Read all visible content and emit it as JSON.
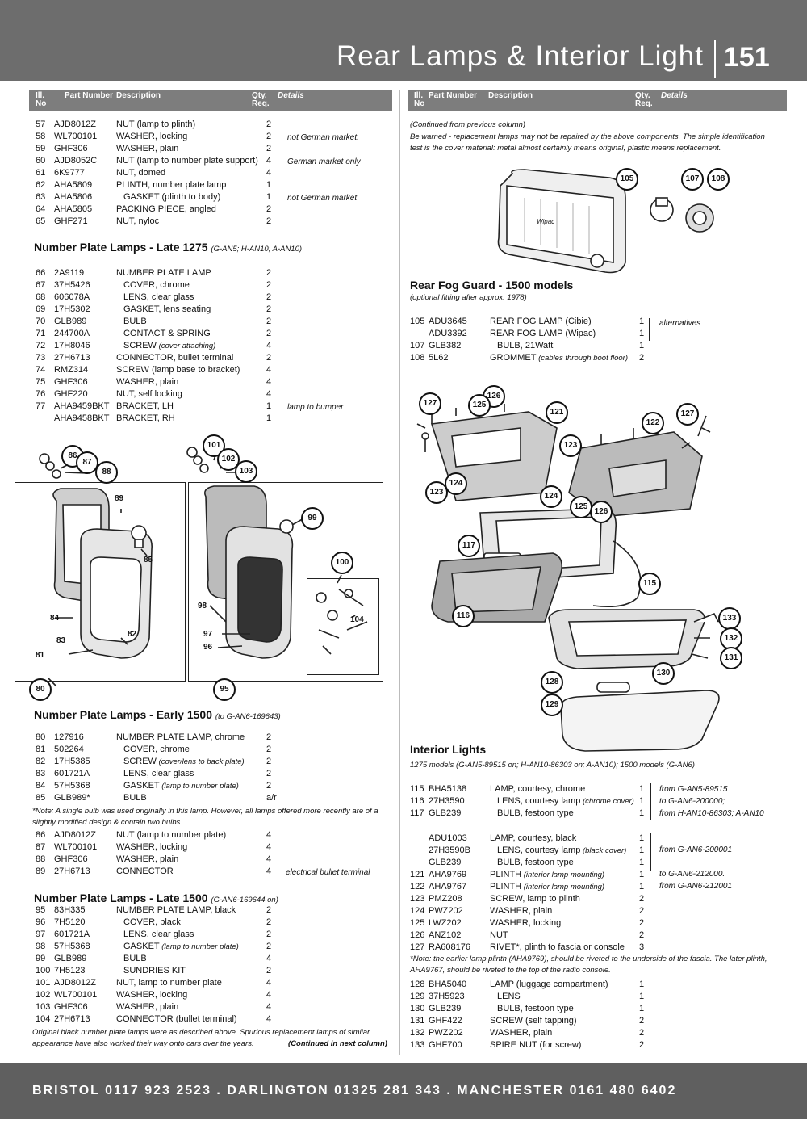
{
  "header": {
    "title": "Rear Lamps & Interior Light",
    "page_number": "151"
  },
  "column_headers": {
    "ill_no": "Ill. No",
    "part_number": "Part Number",
    "description": "Description",
    "qty": "Qty. Req.",
    "details": "Details"
  },
  "left": {
    "top_rows": [
      {
        "ill": "57",
        "part": "AJD8012Z",
        "desc": "NUT (lamp to plinth)",
        "qty": "2"
      },
      {
        "ill": "58",
        "part": "WL700101",
        "desc": "WASHER, locking",
        "qty": "2"
      },
      {
        "ill": "59",
        "part": "GHF306",
        "desc": "WASHER, plain",
        "qty": "2"
      },
      {
        "ill": "60",
        "part": "AJD8052C",
        "desc": "NUT (lamp to number plate support)",
        "qty": "4"
      },
      {
        "ill": "61",
        "part": "6K9777",
        "desc": "NUT, domed",
        "qty": "4"
      },
      {
        "ill": "62",
        "part": "AHA5809",
        "desc": "PLINTH, number plate lamp",
        "qty": "1"
      },
      {
        "ill": "63",
        "part": "AHA5806",
        "desc": "GASKET (plinth to body)",
        "qty": "1"
      },
      {
        "ill": "64",
        "part": "AHA5805",
        "desc": "PACKING PIECE, angled",
        "qty": "2"
      },
      {
        "ill": "65",
        "part": "GHF271",
        "desc": "NUT, nyloc",
        "qty": "2"
      }
    ],
    "top_details": [
      "not German market.",
      "German market only",
      "not German market"
    ],
    "late1275": {
      "title": "Number Plate Lamps - Late 1275",
      "subtitle": "(G-AN5; H-AN10; A-AN10)",
      "rows": [
        {
          "ill": "66",
          "part": "2A9119",
          "desc": "NUMBER PLATE LAMP",
          "qty": "2"
        },
        {
          "ill": "67",
          "part": "37H5426",
          "desc": "COVER, chrome",
          "qty": "2"
        },
        {
          "ill": "68",
          "part": "606078A",
          "desc": "LENS, clear glass",
          "qty": "2"
        },
        {
          "ill": "69",
          "part": "17H5302",
          "desc": "GASKET, lens seating",
          "qty": "2"
        },
        {
          "ill": "70",
          "part": "GLB989",
          "desc": "BULB",
          "qty": "2"
        },
        {
          "ill": "71",
          "part": "244700A",
          "desc": "CONTACT & SPRING",
          "qty": "2"
        },
        {
          "ill": "72",
          "part": "17H8046",
          "desc": "SCREW",
          "desc_note": "(cover attaching)",
          "qty": "4"
        },
        {
          "ill": "73",
          "part": "27H6713",
          "desc": "CONNECTOR, bullet terminal",
          "qty": "2"
        },
        {
          "ill": "74",
          "part": "RMZ314",
          "desc": "SCREW (lamp base to bracket)",
          "qty": "4"
        },
        {
          "ill": "75",
          "part": "GHF306",
          "desc": "WASHER, plain",
          "qty": "4"
        },
        {
          "ill": "76",
          "part": "GHF220",
          "desc": "NUT, self locking",
          "qty": "4"
        },
        {
          "ill": "77",
          "part": "AHA9459BKT",
          "desc": "BRACKET, LH",
          "qty": "1"
        },
        {
          "ill": "",
          "part": "AHA9458BKT",
          "desc": "BRACKET, RH",
          "qty": "1"
        }
      ],
      "detail": "lamp to bumper"
    },
    "early1500": {
      "title": "Number Plate Lamps - Early 1500",
      "subtitle": "(to G-AN6-169643)",
      "rows": [
        {
          "ill": "80",
          "part": "127916",
          "desc": "NUMBER PLATE LAMP, chrome",
          "qty": "2"
        },
        {
          "ill": "81",
          "part": "502264",
          "desc": "COVER, chrome",
          "qty": "2"
        },
        {
          "ill": "82",
          "part": "17H5385",
          "desc": "SCREW",
          "desc_note": "(cover/lens to back plate)",
          "qty": "2"
        },
        {
          "ill": "83",
          "part": "601721A",
          "desc": "LENS, clear glass",
          "qty": "2"
        },
        {
          "ill": "84",
          "part": "57H5368",
          "desc": "GASKET",
          "desc_note": "(lamp to number plate)",
          "qty": "2"
        },
        {
          "ill": "85",
          "part": "GLB989*",
          "desc": "BULB",
          "qty": "a/r"
        }
      ],
      "note": "*Note: A single bulb was used originally in this lamp. However, all lamps offered more recently are of a slightly modified design & contain two bulbs.",
      "rows2": [
        {
          "ill": "86",
          "part": "AJD8012Z",
          "desc": "NUT (lamp to number plate)",
          "qty": "4"
        },
        {
          "ill": "87",
          "part": "WL700101",
          "desc": "WASHER, locking",
          "qty": "4"
        },
        {
          "ill": "88",
          "part": "GHF306",
          "desc": "WASHER, plain",
          "qty": "4"
        },
        {
          "ill": "89",
          "part": "27H6713",
          "desc": "CONNECTOR",
          "qty": "4"
        }
      ],
      "detail": "electrical bullet terminal"
    },
    "late1500": {
      "title": "Number Plate Lamps - Late 1500",
      "subtitle": "(G-AN6-169644 on)",
      "rows": [
        {
          "ill": "95",
          "part": "83H335",
          "desc": "NUMBER PLATE LAMP, black",
          "qty": "2"
        },
        {
          "ill": "96",
          "part": "7H5120",
          "desc": "COVER, black",
          "qty": "2"
        },
        {
          "ill": "97",
          "part": "601721A",
          "desc": "LENS, clear glass",
          "qty": "2"
        },
        {
          "ill": "98",
          "part": "57H5368",
          "desc": "GASKET",
          "desc_note": "(lamp to number plate)",
          "qty": "2"
        },
        {
          "ill": "99",
          "part": "GLB989",
          "desc": "BULB",
          "qty": "4"
        },
        {
          "ill": "100",
          "part": "7H5123",
          "desc": "SUNDRIES KIT",
          "qty": "2"
        },
        {
          "ill": "101",
          "part": "AJD8012Z",
          "desc": "NUT, lamp to number plate",
          "qty": "4"
        },
        {
          "ill": "102",
          "part": "WL700101",
          "desc": "WASHER, locking",
          "qty": "4"
        },
        {
          "ill": "103",
          "part": "GHF306",
          "desc": "WASHER, plain",
          "qty": "4"
        },
        {
          "ill": "104",
          "part": "27H6713",
          "desc": "CONNECTOR (bullet terminal)",
          "qty": "4"
        }
      ],
      "note": "Original black number plate lamps were as described above. Spurious replacement lamps of similar appearance have also worked their way onto cars over the years.",
      "continued": "(Continued in next column)"
    }
  },
  "right": {
    "continued_from": "(Continued from previous column)",
    "warning": "Be warned - replacement lamps may not be repaired by the above components. The simple identification test is the cover material: metal almost certainly means original, plastic means replacement.",
    "fog": {
      "title": "Rear Fog Guard - 1500 models",
      "subtitle": "(optional fitting after approx. 1978)",
      "rows": [
        {
          "ill": "105",
          "part": "ADU3645",
          "desc": "REAR FOG LAMP (Cibie)",
          "qty": "1"
        },
        {
          "ill": "",
          "part": "ADU3392",
          "desc": "REAR FOG LAMP (Wipac)",
          "qty": "1"
        },
        {
          "ill": "107",
          "part": "GLB382",
          "desc": "BULB, 21Watt",
          "qty": "1"
        },
        {
          "ill": "108",
          "part": "5L62",
          "desc": "GROMMET",
          "desc_note": "(cables through boot floor)",
          "qty": "2"
        }
      ],
      "detail": "alternatives"
    },
    "interior": {
      "title": "Interior Lights",
      "subtitle": "1275 models (G-AN5-89515 on; H-AN10-86303 on; A-AN10); 1500 models (G-AN6)",
      "rows": [
        {
          "ill": "115",
          "part": "BHA5138",
          "desc": "LAMP, courtesy, chrome",
          "qty": "1"
        },
        {
          "ill": "116",
          "part": "27H3590",
          "desc": "LENS, courtesy lamp",
          "desc_note": "(chrome cover)",
          "qty": "1"
        },
        {
          "ill": "117",
          "part": "GLB239",
          "desc": "BULB, festoon type",
          "qty": "1"
        }
      ],
      "details1": [
        "from G-AN5-89515",
        "to G-AN6-200000;",
        "from H-AN10-86303; A-AN10"
      ],
      "rows2": [
        {
          "ill": "",
          "part": "ADU1003",
          "desc": "LAMP, courtesy, black",
          "qty": "1"
        },
        {
          "ill": "",
          "part": "27H3590B",
          "desc": "LENS, courtesy lamp",
          "desc_note": "(black cover)",
          "qty": "1"
        },
        {
          "ill": "",
          "part": "GLB239",
          "desc": "BULB, festoon type",
          "qty": "1"
        },
        {
          "ill": "121",
          "part": "AHA9769",
          "desc": "PLINTH",
          "desc_note": "(interior lamp mounting)",
          "qty": "1"
        },
        {
          "ill": "122",
          "part": "AHA9767",
          "desc": "PLINTH",
          "desc_note": "(interior lamp mounting)",
          "qty": "1"
        },
        {
          "ill": "123",
          "part": "PMZ208",
          "desc": "SCREW, lamp to plinth",
          "qty": "2"
        },
        {
          "ill": "124",
          "part": "PWZ202",
          "desc": "WASHER, plain",
          "qty": "2"
        },
        {
          "ill": "125",
          "part": "LWZ202",
          "desc": "WASHER, locking",
          "qty": "2"
        },
        {
          "ill": "126",
          "part": "ANZ102",
          "desc": "NUT",
          "qty": "2"
        },
        {
          "ill": "127",
          "part": "RA608176",
          "desc": "RIVET*, plinth to fascia or console",
          "qty": "3"
        }
      ],
      "details2": [
        "from G-AN6-200001",
        "to G-AN6-212000.",
        "from G-AN6-212001"
      ],
      "note": "*Note: the earlier lamp plinth (AHA9769), should be riveted to the underside of the fascia. The later plinth, AHA9767, should be riveted to the top of the radio console.",
      "rows3": [
        {
          "ill": "128",
          "part": "BHA5040",
          "desc": "LAMP (luggage compartment)",
          "qty": "1"
        },
        {
          "ill": "129",
          "part": "37H5923",
          "desc": "LENS",
          "qty": "1"
        },
        {
          "ill": "130",
          "part": "GLB239",
          "desc": "BULB, festoon type",
          "qty": "1"
        },
        {
          "ill": "131",
          "part": "GHF422",
          "desc": "SCREW (self tapping)",
          "qty": "2"
        },
        {
          "ill": "132",
          "part": "PWZ202",
          "desc": "WASHER, plain",
          "qty": "2"
        },
        {
          "ill": "133",
          "part": "GHF700",
          "desc": "SPIRE NUT (for screw)",
          "qty": "2"
        }
      ]
    }
  },
  "callouts": [
    "86",
    "87",
    "88",
    "89",
    "85",
    "84",
    "82",
    "83",
    "81",
    "80",
    "101",
    "102",
    "103",
    "99",
    "100",
    "98",
    "97",
    "96",
    "104",
    "95",
    "105",
    "107",
    "108",
    "126",
    "125",
    "127",
    "121",
    "123",
    "122",
    "127b",
    "124",
    "123b",
    "124b",
    "125b",
    "126b",
    "117",
    "115",
    "116",
    "133",
    "132",
    "131",
    "130",
    "128",
    "129"
  ],
  "callout_labels": {
    "127b": "127",
    "123b": "123",
    "124b": "124",
    "125b": "125",
    "126b": "126"
  },
  "fog_lamp_lens_text": "Wipac",
  "footer": "BRISTOL 0117 923 2523 . DARLINGTON 01325 281 343 . MANCHESTER 0161 480 6402"
}
